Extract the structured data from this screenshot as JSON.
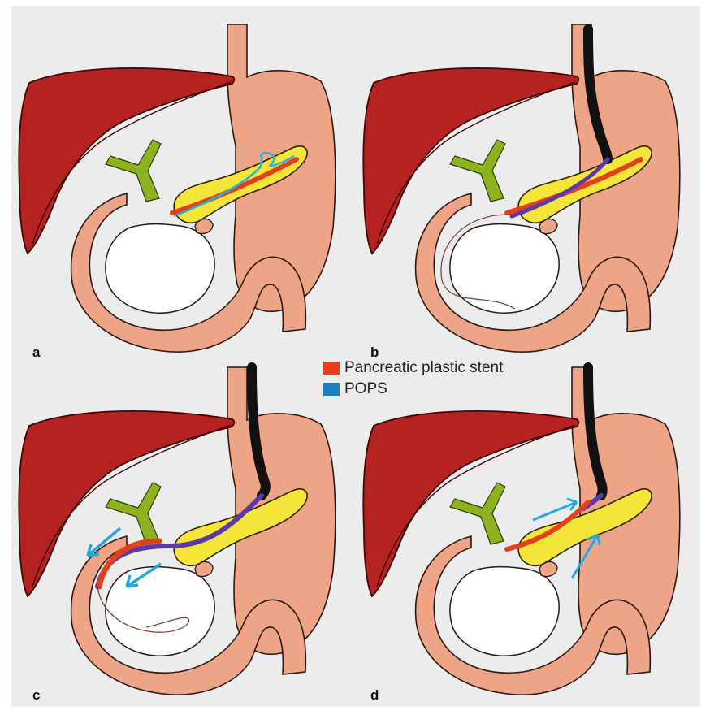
{
  "panels": [
    {
      "id": "a",
      "label": "a"
    },
    {
      "id": "b",
      "label": "b"
    },
    {
      "id": "c",
      "label": "c"
    },
    {
      "id": "d",
      "label": "d"
    }
  ],
  "legend": [
    {
      "label": "Pancreatic plastic stent",
      "color": "#e2401c"
    },
    {
      "label": "POPS",
      "color": "#1b7fc0"
    }
  ],
  "colors": {
    "liver": "#b52222",
    "liver_edge": "#5a0f0f",
    "stomach": "#eea486",
    "pancreas": "#f5e43a",
    "bile_duct": "#8cb31f",
    "stent": "#e2401c",
    "pops": "#5a3aa8",
    "guidewire": "#22b6d6",
    "endoscope": "#111111",
    "arrow": "#25a6dc"
  }
}
